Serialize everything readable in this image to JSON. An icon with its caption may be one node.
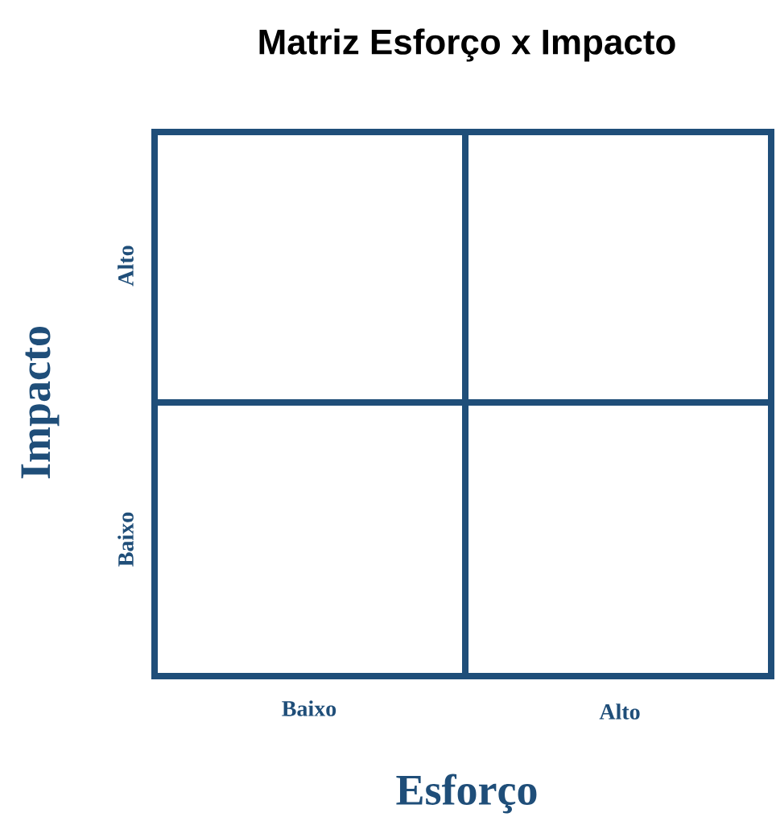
{
  "diagram": {
    "title": "Matriz Esforço x Impacto",
    "labels": [
      "Alto",
      "Baixo",
      "Impacto",
      "Baixo",
      "Alto",
      "Esforço"
    ]
  }
}
